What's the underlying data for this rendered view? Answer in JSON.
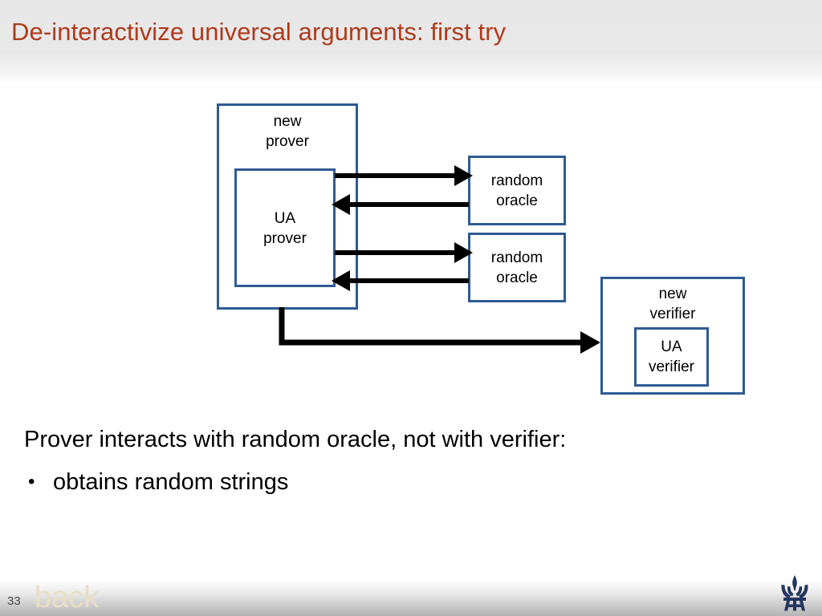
{
  "slide": {
    "title": "De-interactivize universal arguments: first try",
    "title_color": "#b03a1a",
    "background_color": "#ffffff"
  },
  "diagram": {
    "box_border_color": "#2e5b93",
    "arrow_color": "#000000",
    "boxes": [
      {
        "id": "new-prover",
        "label": "new\nprover"
      },
      {
        "id": "ua-prover",
        "label": "UA\nprover"
      },
      {
        "id": "oracle-1",
        "label": "random\noracle"
      },
      {
        "id": "oracle-2",
        "label": "random\noracle"
      },
      {
        "id": "new-verifier",
        "label": "new\nverifier"
      },
      {
        "id": "ua-verifier",
        "label": "UA\nverifier"
      }
    ],
    "arrows": [
      {
        "id": "prover-to-oracle-1",
        "from": "ua-prover",
        "to": "oracle-1",
        "direction": "right"
      },
      {
        "id": "oracle-1-to-prover",
        "from": "oracle-1",
        "to": "ua-prover",
        "direction": "left"
      },
      {
        "id": "prover-to-oracle-2",
        "from": "ua-prover",
        "to": "oracle-2",
        "direction": "right"
      },
      {
        "id": "oracle-2-to-prover",
        "from": "oracle-2",
        "to": "ua-prover",
        "direction": "left"
      },
      {
        "id": "prover-to-verifier",
        "from": "new-prover",
        "to": "new-verifier",
        "direction": "right"
      }
    ]
  },
  "body": {
    "lead_line": "Prover interacts with random oracle, not with verifier:",
    "bullet_marker": "•",
    "bullets": [
      "obtains random strings"
    ]
  },
  "footer": {
    "page_number": "33",
    "back_label": "back",
    "back_color": "#e9dec4",
    "logo_name": "tau-logo",
    "logo_color": "#22365f"
  }
}
